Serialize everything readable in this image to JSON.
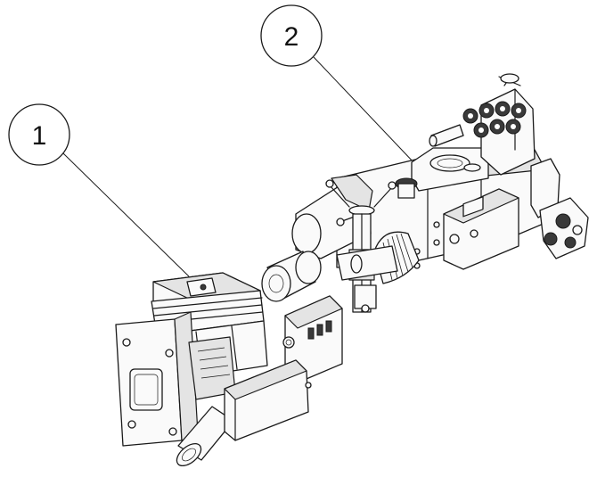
{
  "callouts": [
    {
      "id": "callout-1",
      "label": "1"
    },
    {
      "id": "callout-2",
      "label": "2"
    }
  ],
  "colors": {
    "line": "#1a1a1a",
    "background": "#ffffff",
    "shade": "#e4e4e4",
    "dark": "#3a3a3a"
  }
}
